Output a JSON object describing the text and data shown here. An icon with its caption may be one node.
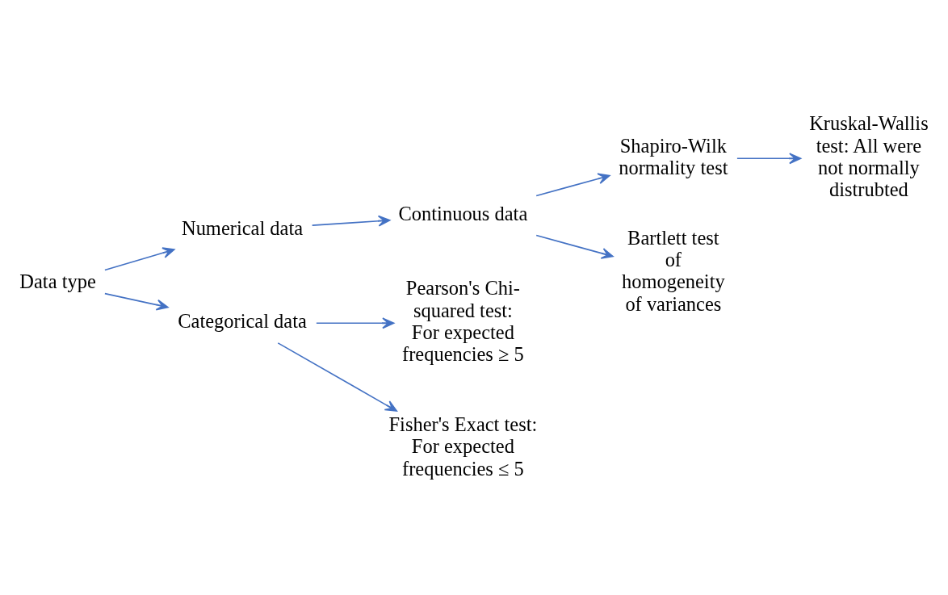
{
  "diagram": {
    "nodes": [
      {
        "text": [
          "Data type"
        ]
      },
      {
        "text": [
          "Numerical data"
        ]
      },
      {
        "text": [
          "Categorical data"
        ]
      },
      {
        "text": [
          "Continuous data"
        ]
      },
      {
        "text": [
          "Shapiro-Wilk normality test"
        ]
      },
      {
        "text": [
          "Bartlett test of homogeneity of variances"
        ]
      },
      {
        "text": [
          "Kruskal-Wallis test: All were not normally distrubted"
        ]
      },
      {
        "text": [
          "Pearson's Chi-squared test: For expected frequencies ≥ 5"
        ]
      },
      {
        "text": [
          "Fisher's Exact test: For expected frequencies ≤ 5"
        ]
      }
    ],
    "edges": [
      {
        "from": 0,
        "to": 1,
        "arrow": "to"
      },
      {
        "from": 0,
        "to": 2,
        "arrow": "to"
      },
      {
        "from": 1,
        "to": 3,
        "arrow": "to"
      },
      {
        "from": 3,
        "to": 4,
        "arrow": "to"
      },
      {
        "from": 3,
        "to": 5,
        "arrow": "to"
      },
      {
        "from": 4,
        "to": 6,
        "arrow": "to"
      },
      {
        "from": 2,
        "to": 7,
        "arrow": "to"
      },
      {
        "from": 2,
        "to": 8,
        "arrow": "to"
      }
    ]
  }
}
